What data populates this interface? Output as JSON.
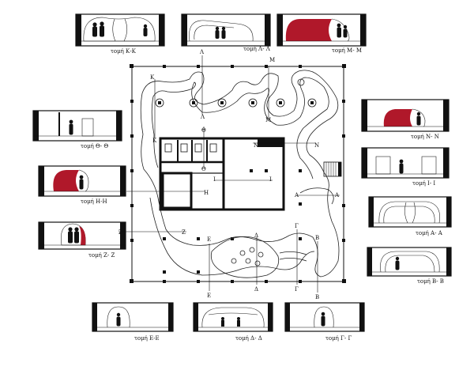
{
  "plan_labels": {
    "l1": "Κ",
    "l2": "Λ",
    "l3": "Μ",
    "l4": "Ν",
    "l5": "Θ",
    "l6": "Η",
    "l7": "Ι",
    "l8": "Α",
    "l9": "Ζ",
    "l10": "Ε",
    "l11": "Δ",
    "l12": "Γ",
    "l13": "Β",
    "l14": "Κ",
    "l15": "Λ",
    "l16": "Μ",
    "l17": "Ν",
    "l18": "Θ",
    "l19": "Η",
    "l20": "Ι",
    "l21": "Α",
    "l22": "Ζ",
    "l23": "Ε",
    "l24": "Δ",
    "l25": "Γ",
    "l26": "Β"
  },
  "sections": {
    "kk": "τομή Κ-Κ",
    "ll": "τομή Λ- Λ",
    "mm": "τομή Μ- Μ",
    "nn": "τομή Ν- Ν",
    "ii": "τομή Ι- Ι",
    "aa": "τομή Α- Α",
    "bb": "τομή Β- Β",
    "gg": "τομή Γ- Γ",
    "dd": "τομή Δ- Δ",
    "ee": "τομή Ε-Ε",
    "zz": "τομή Ζ- Ζ",
    "hh": "τομή Η-Η",
    "thth": "τομή Θ- Θ"
  },
  "colors": {
    "accent": "#b0182a",
    "ink": "#111111"
  }
}
